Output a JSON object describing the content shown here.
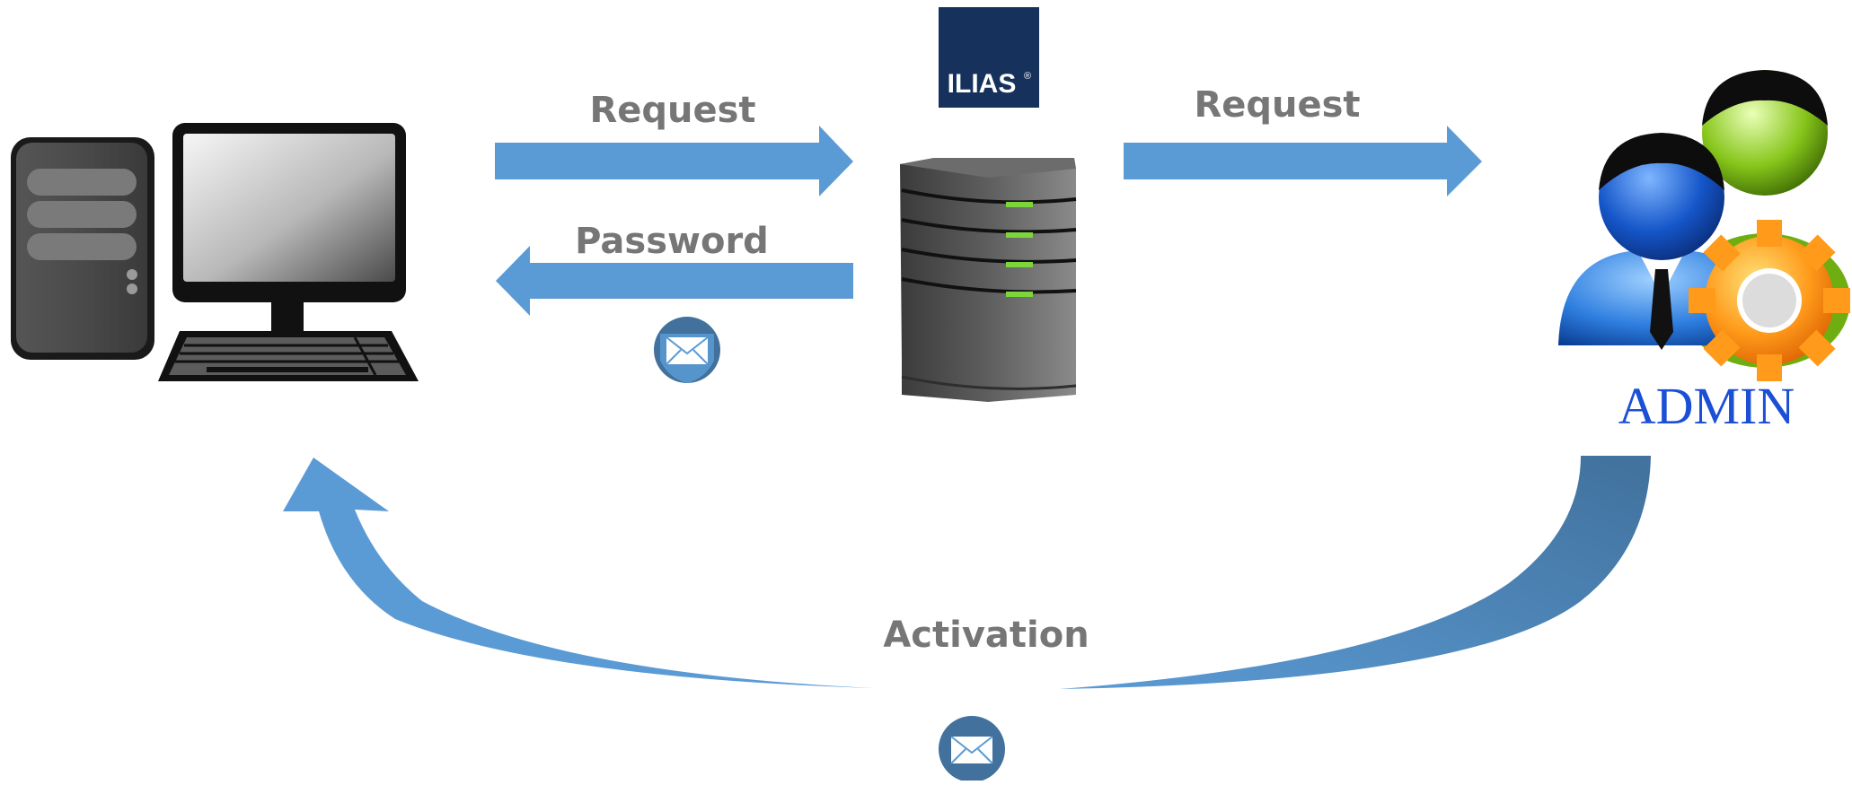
{
  "diagram": {
    "labels": {
      "request_to_server": "Request",
      "request_to_admin": "Request",
      "password": "Password",
      "activation": "Activation"
    },
    "logo": {
      "text": "ILIAS",
      "mark": "®"
    },
    "admin_label": "ADMIN",
    "icons": {
      "computer": "desktop-computer-icon",
      "server": "server-icon",
      "admin": "admin-users-gear-icon",
      "mail": "envelope-icon"
    },
    "colors": {
      "arrow": "#5b9bd5",
      "arrow_dark": "#41719c",
      "label": "#767676",
      "logo_bg": "#16325c",
      "server_led": "#7cd63a",
      "admin_text": "#1a4fd6"
    }
  }
}
